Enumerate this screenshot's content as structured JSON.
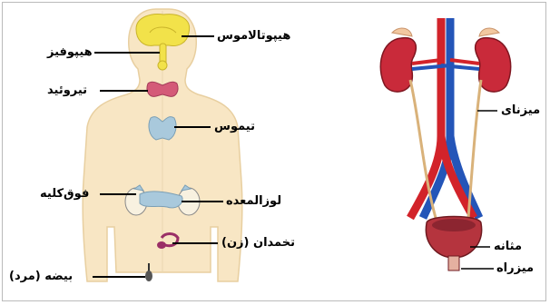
{
  "endocrine": {
    "labels": {
      "hypothalamus": "هیپوتالاموس",
      "pituitary": "هیپوفیز",
      "thyroid": "تیروئید",
      "thymus": "تیموس",
      "adrenal": "فوق‌کلیه",
      "pancreas": "لوزالمعده",
      "ovary": "تخمدان (زن)",
      "testis": "بیضه (مرد)"
    }
  },
  "urinary": {
    "labels": {
      "ureter": "میزنای",
      "bladder": "مثانه",
      "urethra": "میزراه"
    }
  },
  "colors": {
    "skin": "#f8e6c4",
    "brain": "#f2e24a",
    "thyroid": "#d45a78",
    "thymus": "#a9c9dc",
    "kidney": "#c92a3a",
    "artery": "#d2232a",
    "vein": "#2455b8",
    "ureter": "#e8c89a",
    "bladder": "#b5343e"
  }
}
